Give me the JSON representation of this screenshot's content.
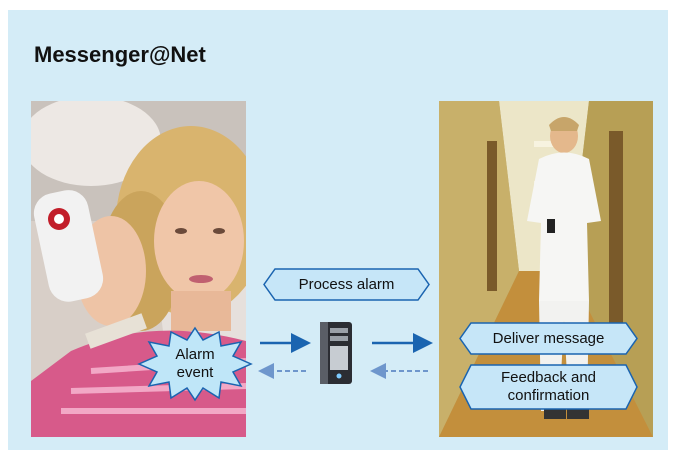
{
  "title": "Messenger@Net",
  "labels": {
    "process_alarm": "Process alarm",
    "deliver_message": "Deliver message",
    "feedback_line1": "Feedback and",
    "feedback_line2": "confirmation",
    "alarm_line1": "Alarm",
    "alarm_line2": "event"
  },
  "icons": {
    "server": "server-tower-icon",
    "patient": "patient-photo",
    "nurse": "nurse-photo"
  },
  "colors": {
    "background": "#d4ecf7",
    "label_fill": "#c6e6f8",
    "label_border": "#1a64b0",
    "arrow_solid": "#1a64b0",
    "arrow_dashed": "#6e96cc"
  }
}
